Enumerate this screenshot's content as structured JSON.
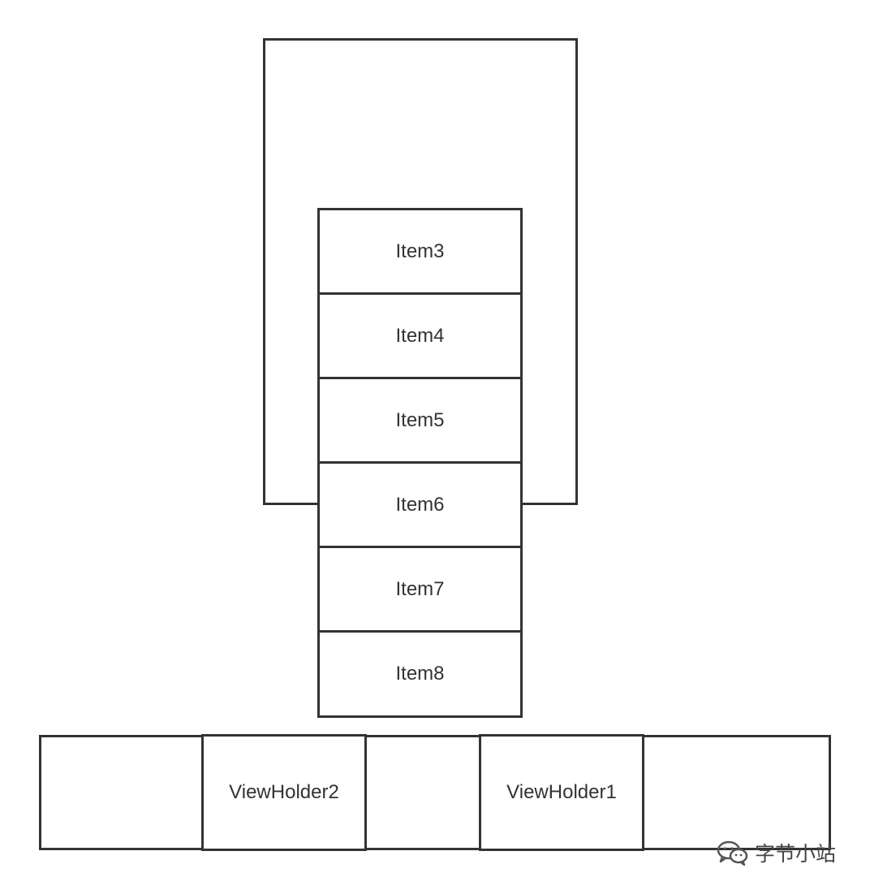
{
  "items": [
    "Item3",
    "Item4",
    "Item5",
    "Item6",
    "Item7",
    "Item8"
  ],
  "viewholders": {
    "vh2": "ViewHolder2",
    "vh1": "ViewHolder1"
  },
  "watermark": {
    "text": "字节小站",
    "icon": "wechat-icon"
  },
  "colors": {
    "stroke": "#333333",
    "text": "#333333"
  }
}
